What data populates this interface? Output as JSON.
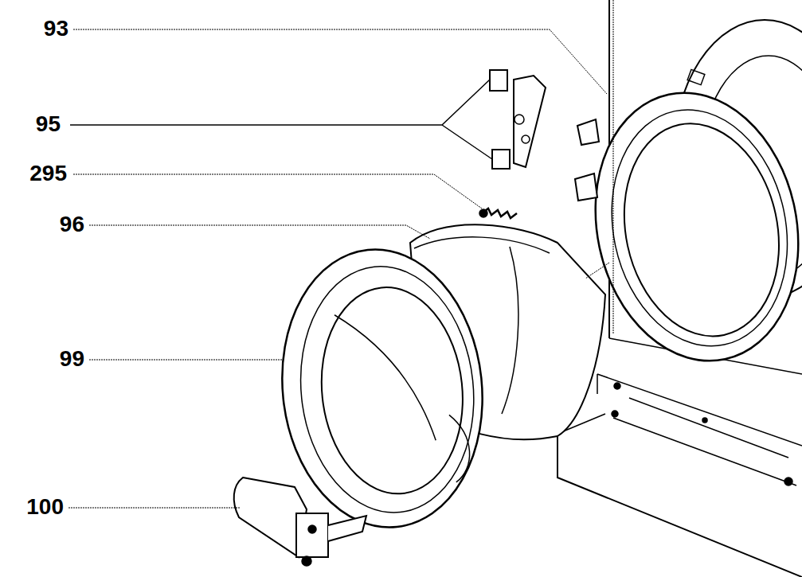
{
  "diagram": {
    "labels": [
      "93",
      "95",
      "295",
      "96",
      "99",
      "100"
    ]
  }
}
